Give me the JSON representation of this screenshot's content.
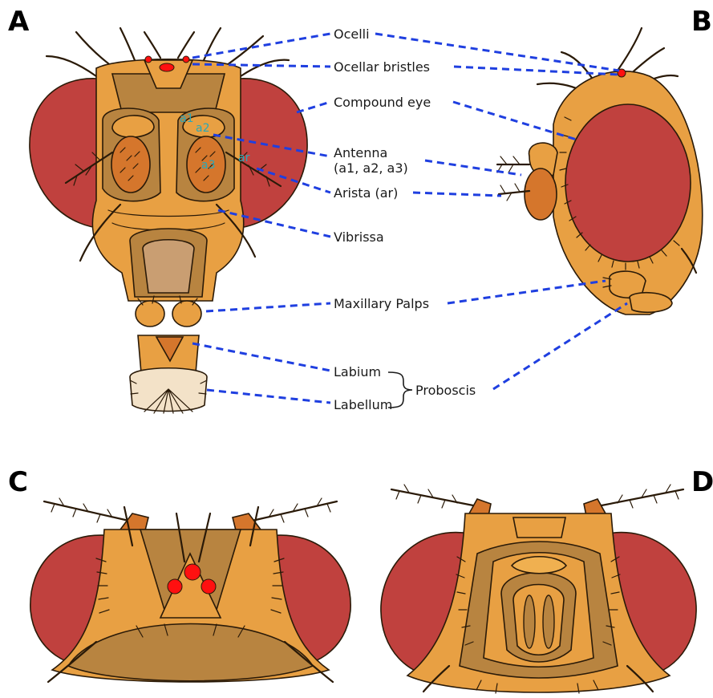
{
  "panels": {
    "a": "A",
    "b": "B",
    "c": "C",
    "d": "D"
  },
  "labels": {
    "ocelli": "Ocelli",
    "ocellar_bristles": "Ocellar bristles",
    "compound_eye": "Compound eye",
    "antenna_line1": "Antenna",
    "antenna_line2": "(a1, a2, a3)",
    "arista": "Arista (ar)",
    "vibrissa": "Vibrissa",
    "maxillary_palps": "Maxillary Palps",
    "labium": "Labium",
    "labellum": "Labellum",
    "proboscis": "Proboscis"
  },
  "segment_tags": {
    "a1": "a1",
    "a2": "a2",
    "a3": "a3",
    "ar": "ar"
  },
  "colors": {
    "eye": "#c0413e",
    "cuticle": "#e8a043",
    "cuticle_dark": "#b88440",
    "antenna": "#d5762c",
    "proboscis": "#f3e2c8",
    "ocellus": "#ff1010",
    "leader_line": "#1f3fe0"
  }
}
